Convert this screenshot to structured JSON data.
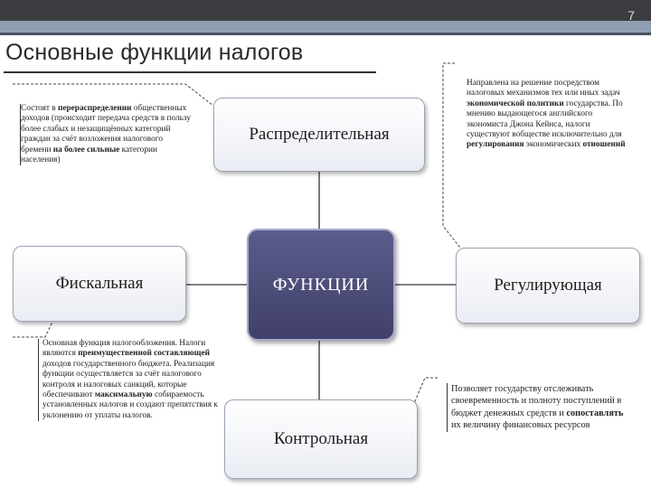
{
  "slide": {
    "number": "7",
    "title": "Основные функции налогов"
  },
  "center": {
    "label": "ФУНКЦИИ"
  },
  "functions": {
    "distributive": "Распределительная",
    "fiscal": "Фискальная",
    "regulating": "Регулирующая",
    "control": "Контрольная"
  },
  "notes": {
    "distributive": [
      {
        "t": "Состоят в "
      },
      {
        "t": "перераспределении",
        "b": true
      },
      {
        "t": " общественных доходов (происходит передача средств в пользу более слабых и незащищённых категорий граждан за счёт возложения налогового бремени "
      },
      {
        "t": "на более сильные",
        "b": true
      },
      {
        "t": " категории населения)"
      }
    ],
    "regulating": [
      {
        "t": "Направлена на решение посредством налоговых механизмов тех или иных задач "
      },
      {
        "t": "экономической политики",
        "b": true
      },
      {
        "t": " государства. По мнению выдающегося английского экономиста Джона Кейнса, налоги существуют вобществе исключительно для "
      },
      {
        "t": "регулирования",
        "b": true
      },
      {
        "t": " экономических "
      },
      {
        "t": "отношений",
        "b": true
      }
    ],
    "fiscal": [
      {
        "t": "Основная функция налогообложения. Налоги являются "
      },
      {
        "t": "преимущественной составляющей",
        "b": true
      },
      {
        "t": " доходов государственного бюджета. Реализация функции осуществляется за счёт налогового контроля и налоговых санкций, которые обеспечивают "
      },
      {
        "t": "максимальную",
        "b": true
      },
      {
        "t": " собираемость установленных налогов и создают препятствия к уклонению от уплаты налогов."
      }
    ],
    "control": [
      {
        "t": "Позволяет государству отслеживать своевременность и полноту поступлений в бюджет денежных средств и "
      },
      {
        "t": "сопоставлять",
        "b": true
      },
      {
        "t": " их величину финансовых ресурсов"
      }
    ]
  }
}
